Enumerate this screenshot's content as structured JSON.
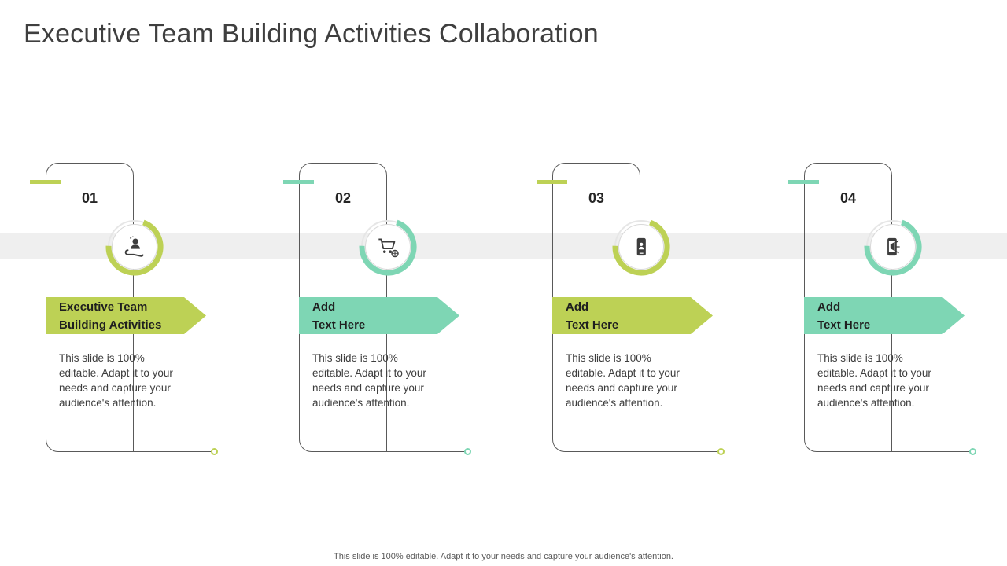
{
  "title": "Executive Team Building Activities Collaboration",
  "footer": "This slide is 100% editable. Adapt it to your needs and capture your audience's attention.",
  "colors": {
    "lime": "#bdd155",
    "teal": "#7ed6b4",
    "ink": "#3d3d3d"
  },
  "cards": [
    {
      "number": "01",
      "heading": "Executive Team\nBuilding Activities",
      "body": "This slide is 100% editable. Adapt it to your needs and capture your audience's attention.",
      "accent": "lime",
      "icon": "hand-care-icon"
    },
    {
      "number": "02",
      "heading": "Add\nText Here",
      "body": "This slide is 100% editable. Adapt it to your needs and capture your audience's attention.",
      "accent": "teal",
      "icon": "shopping-cart-globe-icon"
    },
    {
      "number": "03",
      "heading": "Add\nText Here",
      "body": "This slide is 100% editable. Adapt it to your needs and capture your audience's attention.",
      "accent": "lime",
      "icon": "phone-profile-icon"
    },
    {
      "number": "04",
      "heading": "Add\nText Here",
      "body": "This slide is 100% editable. Adapt it to your needs and capture your audience's attention.",
      "accent": "teal",
      "icon": "phone-megaphone-icon"
    }
  ]
}
